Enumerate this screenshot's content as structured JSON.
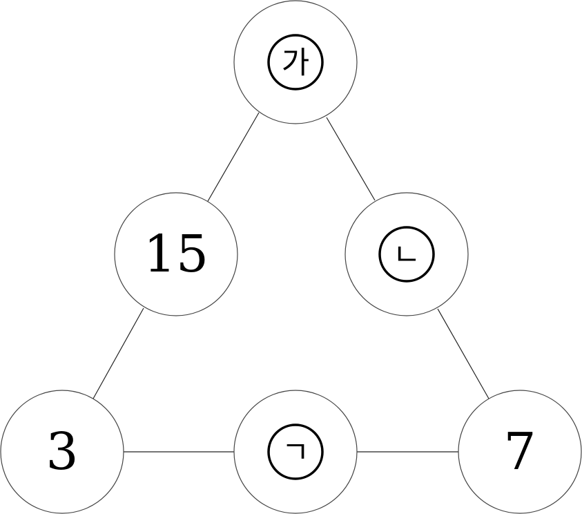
{
  "diagram": {
    "nodes": [
      {
        "id": "top",
        "label": "가",
        "kind": "placeholder"
      },
      {
        "id": "mid-left",
        "label": "15",
        "kind": "number"
      },
      {
        "id": "mid-right",
        "label": "ㄴ",
        "kind": "placeholder"
      },
      {
        "id": "bottom-left",
        "label": "3",
        "kind": "number"
      },
      {
        "id": "bottom-mid",
        "label": "ㄱ",
        "kind": "placeholder"
      },
      {
        "id": "bottom-right",
        "label": "7",
        "kind": "number"
      }
    ],
    "edges": [
      [
        "top",
        "mid-left"
      ],
      [
        "mid-left",
        "bottom-left"
      ],
      [
        "top",
        "mid-right"
      ],
      [
        "mid-right",
        "bottom-right"
      ],
      [
        "bottom-left",
        "bottom-mid"
      ],
      [
        "bottom-mid",
        "bottom-right"
      ]
    ]
  }
}
